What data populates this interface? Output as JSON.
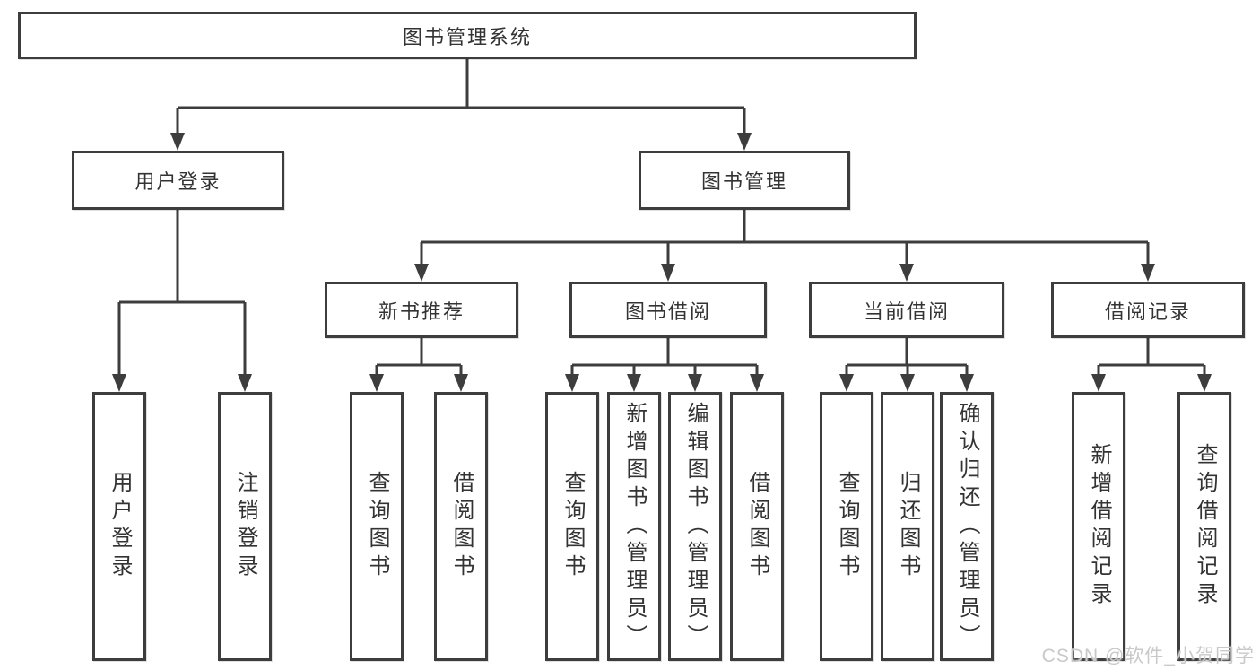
{
  "diagram": {
    "root": {
      "label": "图书管理系统"
    },
    "login": {
      "label": "用户登录",
      "children": [
        {
          "label": "用户登录"
        },
        {
          "label": "注销登录"
        }
      ]
    },
    "mgmt": {
      "label": "图书管理",
      "children": [
        {
          "label": "新书推荐",
          "children": [
            {
              "label": "查询图书"
            },
            {
              "label": "借阅图书"
            }
          ]
        },
        {
          "label": "图书借阅",
          "children": [
            {
              "label": "查询图书"
            },
            {
              "label": "新增图书（管理员）"
            },
            {
              "label": "编辑图书（管理员）"
            },
            {
              "label": "借阅图书"
            }
          ]
        },
        {
          "label": "当前借阅",
          "children": [
            {
              "label": "查询图书"
            },
            {
              "label": "归还图书"
            },
            {
              "label": "确认归还（管理员）"
            }
          ]
        },
        {
          "label": "借阅记录",
          "children": [
            {
              "label": "新增借阅记录"
            },
            {
              "label": "查询借阅记录"
            }
          ]
        }
      ]
    }
  },
  "watermark": "CSDN @软件_小贺同学",
  "colors": {
    "line": "#3d3d3d",
    "text": "#333333",
    "watermark": "#c9c9c9",
    "background": "#ffffff"
  }
}
